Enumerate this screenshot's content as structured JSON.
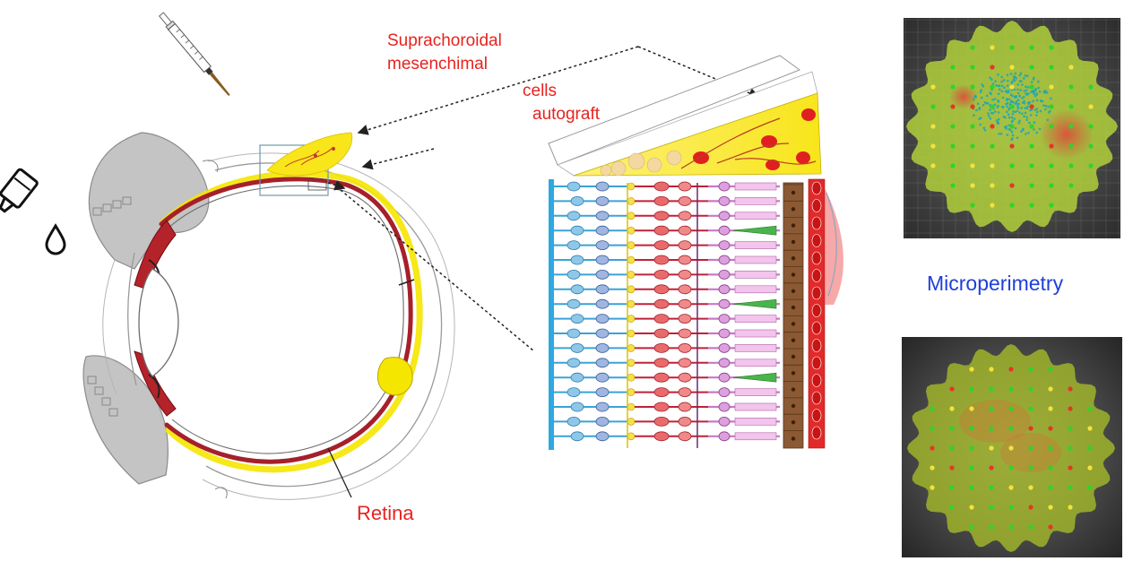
{
  "labels": {
    "suprachoroidal": "Suprachoroidal",
    "mesenchimal": "mesenchimal",
    "cells": "cells",
    "autograft": "autograft",
    "retina": "Retina",
    "microperimetry": "Microperimetry"
  },
  "colors": {
    "label_red": "#e8231f",
    "label_blue": "#1f3fd9",
    "choroid": "#a5202a",
    "sclera_yellow": "#f5e600",
    "graft_yellow": "#f8e51a",
    "gray_tissue": "#c4c4c4"
  },
  "icons": [
    "syringe-icon",
    "eye-dropper-icon",
    "drop-icon"
  ]
}
